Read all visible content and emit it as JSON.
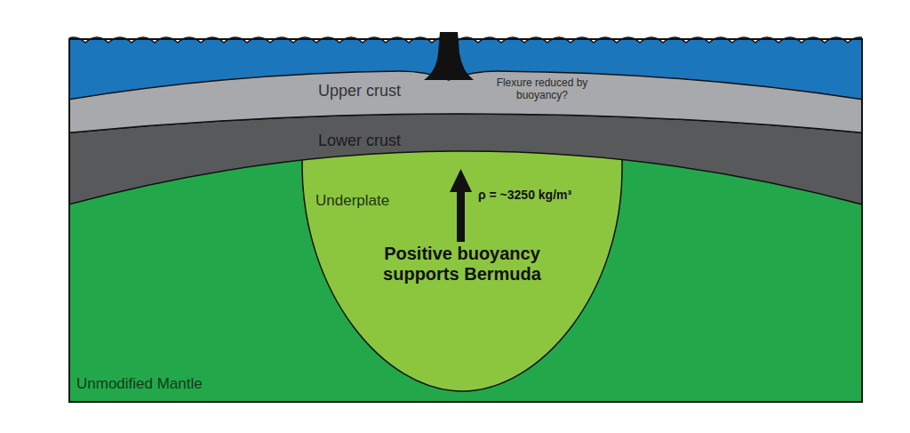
{
  "diagram": {
    "nodes": [
      {
        "text": [
          "Upper crust",
          "Flexure reduced by buoyancy?"
        ]
      },
      {
        "text": [
          "Lower crust"
        ]
      },
      {
        "text": [
          "Unmodified Mantle"
        ]
      },
      {
        "text": [
          "Underplate",
          "ρ = ~3250 kg/m³",
          "Positive buoyancy supports Bermuda"
        ],
        "in": 2
      }
    ]
  }
}
